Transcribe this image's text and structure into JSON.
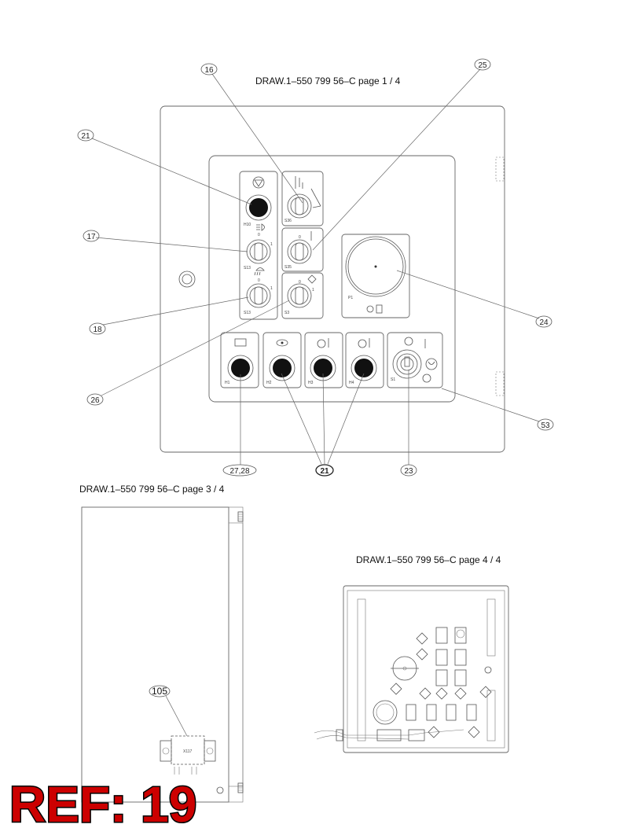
{
  "headings": {
    "page1": "DRAW.1–550 799 56–C page 1 / 4",
    "page3": "DRAW.1–550 799 56–C page 3 / 4",
    "page4": "DRAW.1–550 799 56–C page 4 / 4"
  },
  "callouts": {
    "c16": "16",
    "c25": "25",
    "c21a": "21",
    "c17": "17",
    "c18": "18",
    "c24": "24",
    "c26": "26",
    "c53": "53",
    "c2728": "27,28",
    "c21b": "21",
    "c23": "23",
    "c105": "105"
  },
  "component_labels": {
    "h10": "H10",
    "s36": "S36",
    "s13a": "S13",
    "s35": "S35",
    "s13b": "S13",
    "s3": "S3",
    "p1": "P1",
    "h1": "H1",
    "h2": "H2",
    "h3": "H3",
    "h4": "H4",
    "s1": "S1",
    "x117": "X117"
  },
  "switch_marks": {
    "zero": "0",
    "one": "1"
  },
  "reference": "REF: 19",
  "colors": {
    "line": "#555555",
    "ref_red": "#cc0000",
    "knob": "#111111"
  }
}
